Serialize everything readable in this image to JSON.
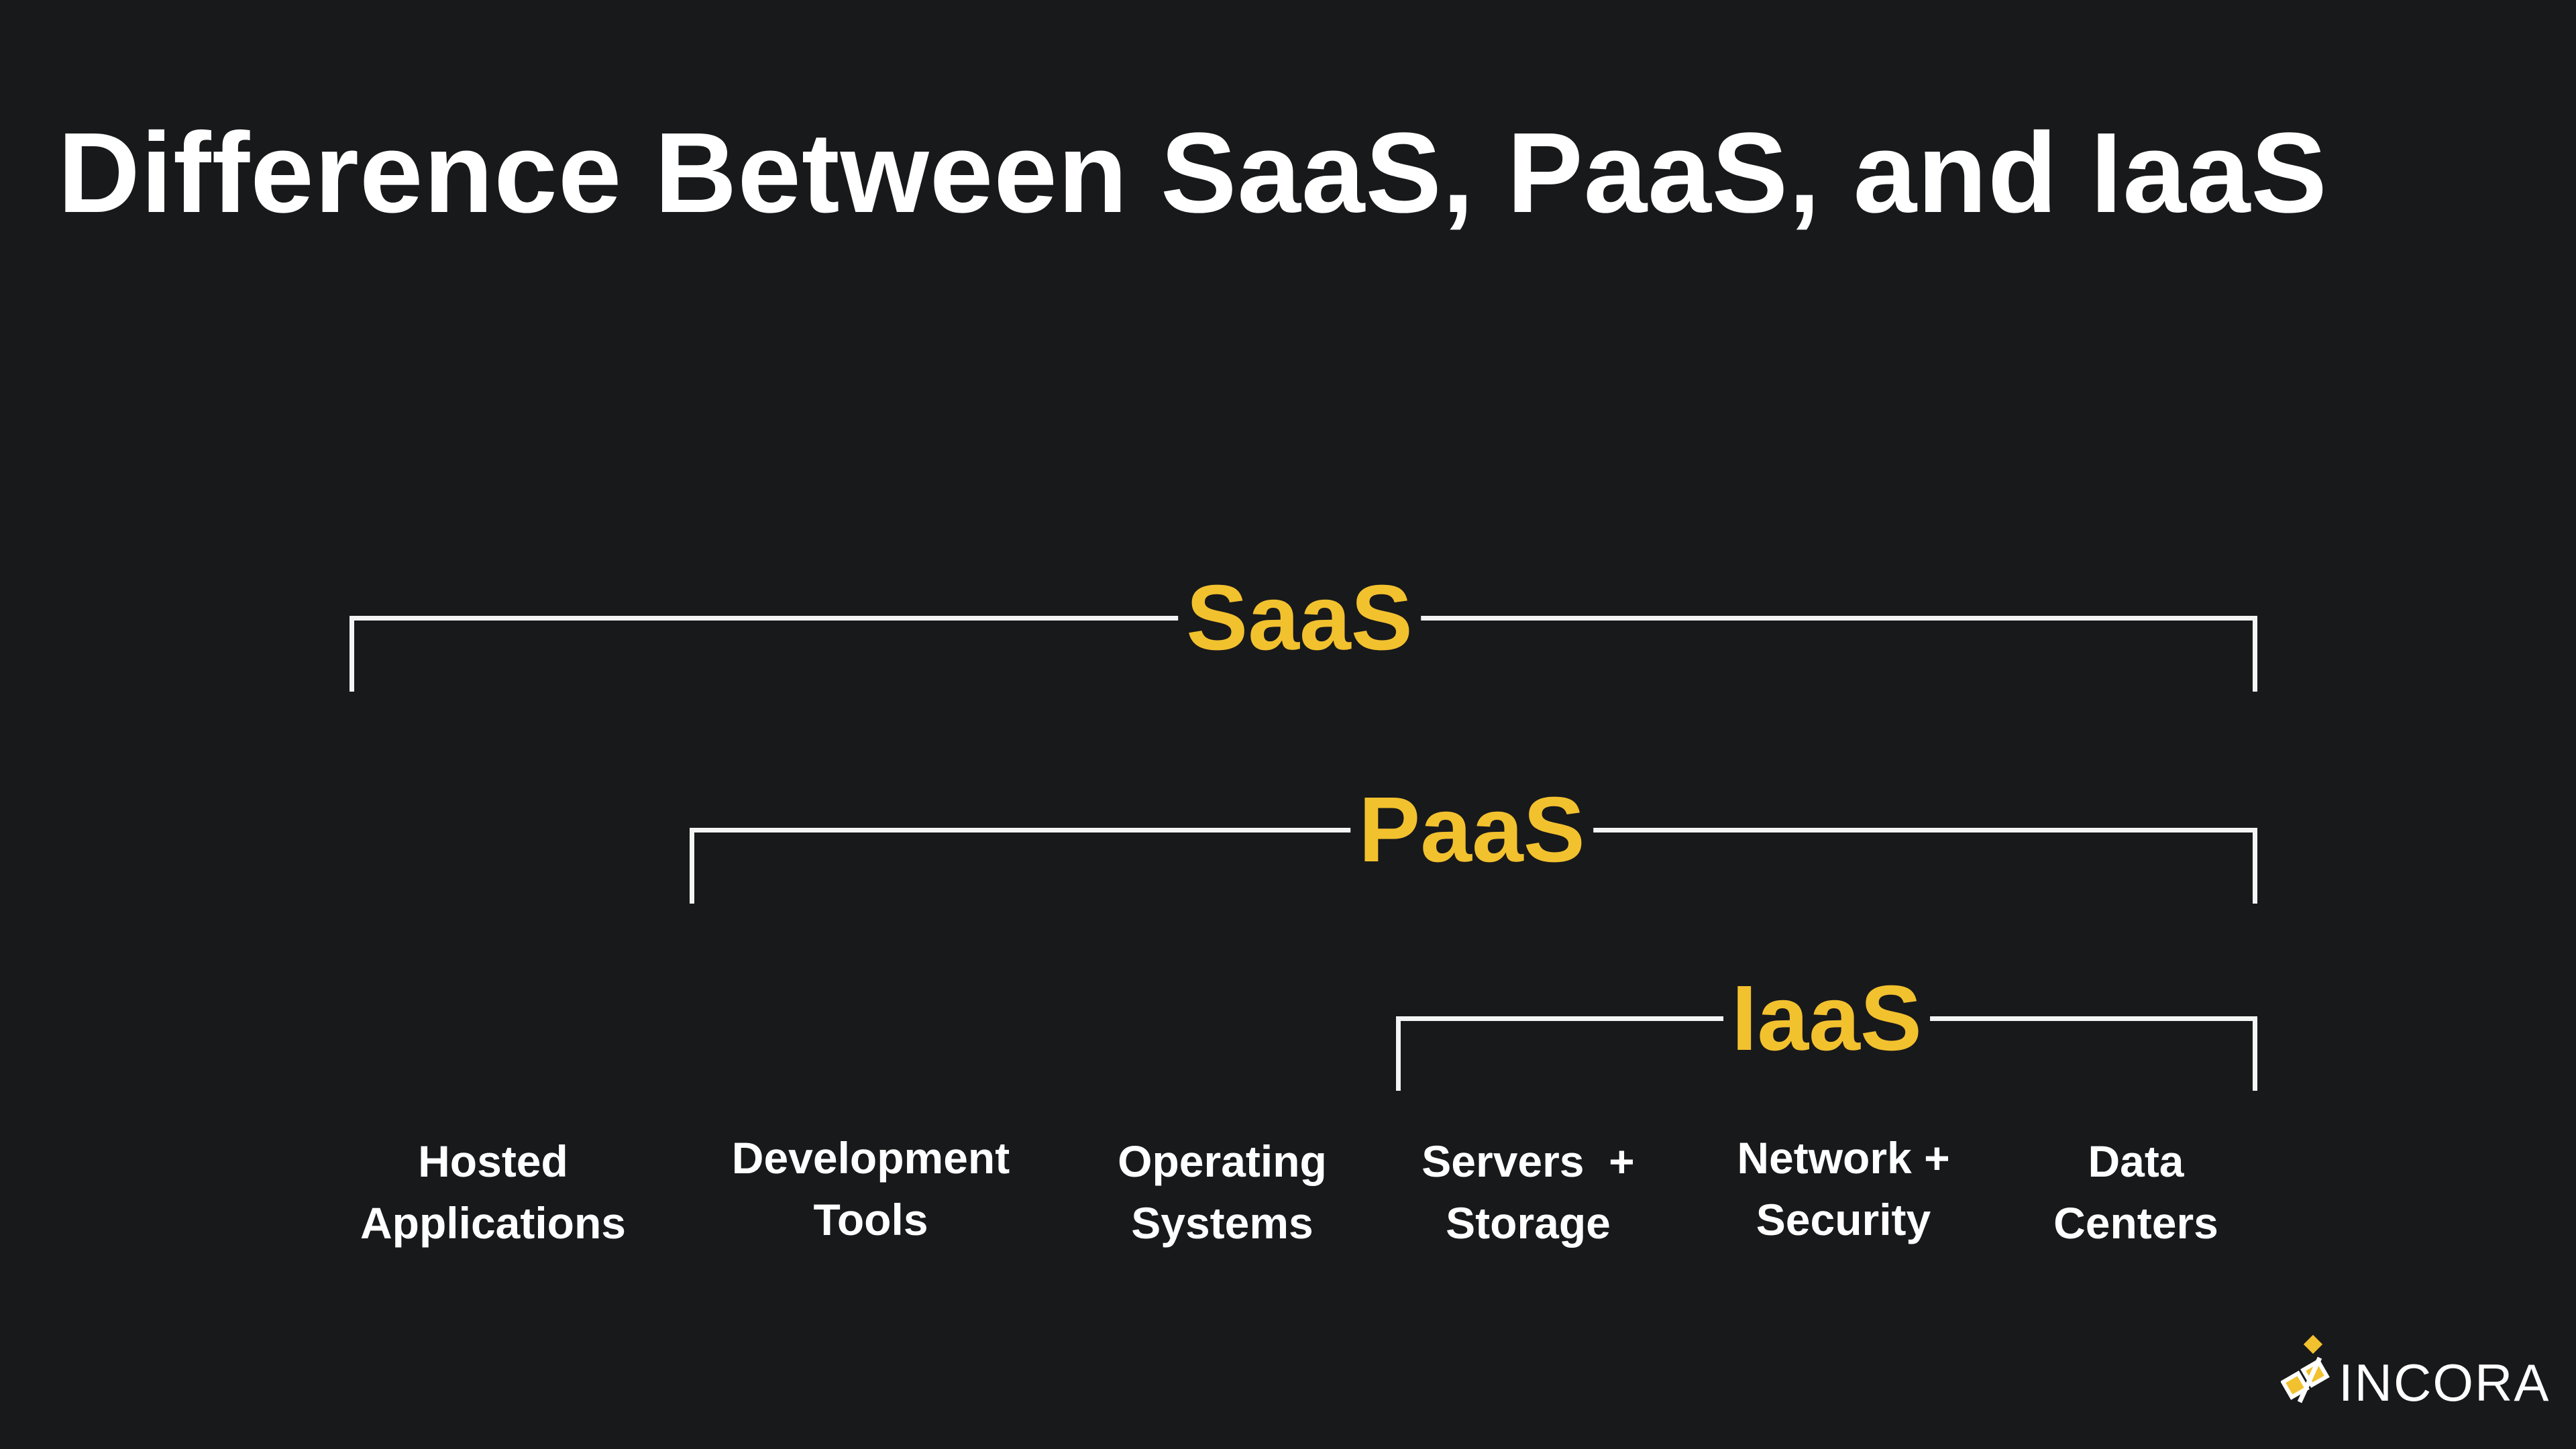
{
  "title": "Difference Between SaaS, PaaS, and IaaS",
  "brackets": [
    {
      "label": "SaaS"
    },
    {
      "label": "PaaS"
    },
    {
      "label": "IaaS"
    }
  ],
  "layers": [
    {
      "line1": "Hosted",
      "line2": "Applications"
    },
    {
      "line1": "Development",
      "line2": "Tools"
    },
    {
      "line1": "Operating",
      "line2": "Systems"
    },
    {
      "line1": "Servers  +",
      "line2": "Storage"
    },
    {
      "line1": "Network +",
      "line2": "Security"
    },
    {
      "line1": "Data",
      "line2": "Centers"
    }
  ],
  "logo": {
    "text": "INCORA"
  },
  "colors": {
    "background": "#18191b",
    "accent": "#f2c12e",
    "line": "#f4f4f4"
  }
}
